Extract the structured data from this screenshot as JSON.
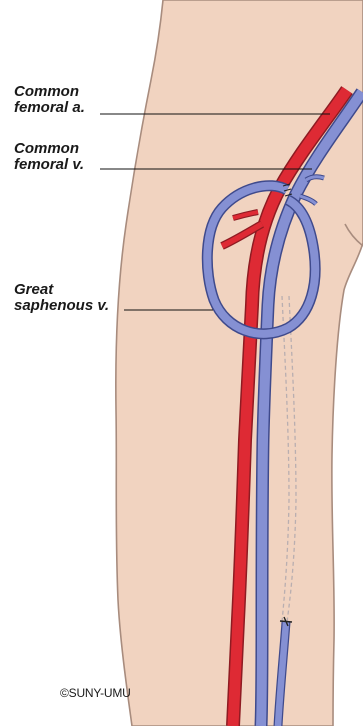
{
  "labels": {
    "common_femoral_artery": [
      "Common",
      "femoral a."
    ],
    "common_femoral_vein": [
      "Common",
      "femoral v."
    ],
    "great_saphenous_vein": [
      "Great",
      "saphenous v."
    ]
  },
  "copyright": "©SUNY-UMU",
  "colors": {
    "skin": "#f1d3c0",
    "skin_outline": "#a88c7e",
    "artery": "#de2a34",
    "artery_outline": "#8e1b22",
    "vein": "#8590d3",
    "vein_outline": "#3f4a8c",
    "leader_line": "#111111",
    "dashed_track": "#b9aeb0"
  }
}
